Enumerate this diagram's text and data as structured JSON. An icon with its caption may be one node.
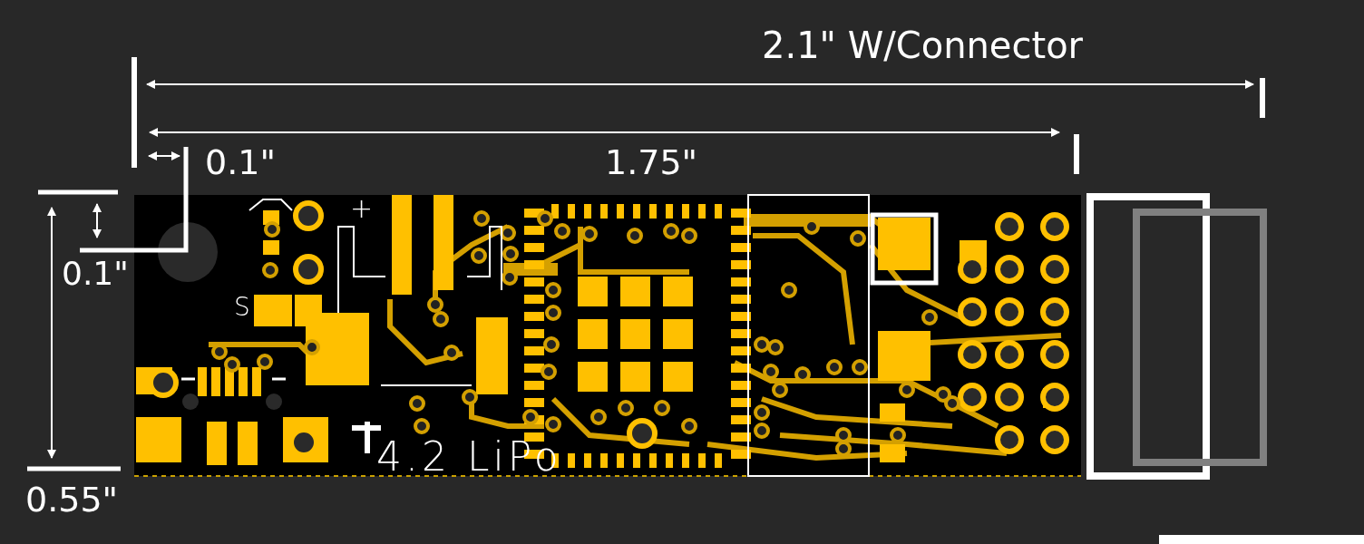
{
  "diagram": {
    "labels": [
      "2.1\" W/Connector",
      "0.1\"",
      "1.75\"",
      "0.1\"",
      "0.55\"",
      "+",
      "S",
      "4.2 LiPo"
    ]
  }
}
